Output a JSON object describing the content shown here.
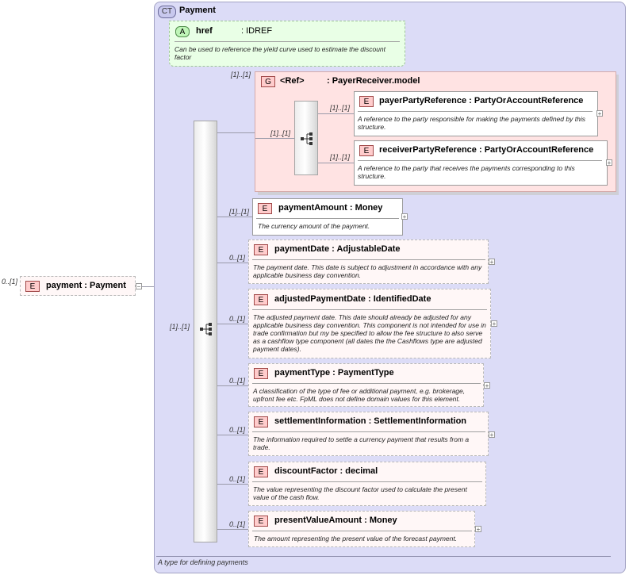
{
  "root": {
    "cardinality": "0..[1]",
    "badge": "E",
    "name": "payment",
    "type": "Payment"
  },
  "complex_type": {
    "badge": "CT",
    "name": "Payment",
    "description": "A type for defining payments"
  },
  "attribute": {
    "badge": "A",
    "name": "href",
    "type": ": IDREF",
    "description": "Can be used to reference the yield curve used to estimate the discount factor"
  },
  "sequence_cardinality": "[1]..[1]",
  "group": {
    "cardinality": "[1]..[1]",
    "badge": "G",
    "name": "<Ref>",
    "type": ": PayerReceiver.model",
    "choice_cardinality": "[1]..[1]",
    "elements": [
      {
        "cardinality": "[1]..[1]",
        "badge": "E",
        "name": "payerPartyReference",
        "type": ": PartyOrAccountReference",
        "description": "A reference to the party responsible for making the payments defined by this structure."
      },
      {
        "cardinality": "[1]..[1]",
        "badge": "E",
        "name": "receiverPartyReference",
        "type": ": PartyOrAccountReference",
        "description": "A reference to the party that receives the payments corresponding to this structure."
      }
    ]
  },
  "elements": [
    {
      "cardinality": "[1]..[1]",
      "badge": "E",
      "name": "paymentAmount",
      "type": ": Money",
      "description": "The currency amount of the payment."
    },
    {
      "cardinality": "0..[1]",
      "badge": "E",
      "name": "paymentDate",
      "type": ": AdjustableDate",
      "description": "The payment date. This date is subject to adjustment in accordance with any applicable business day convention."
    },
    {
      "cardinality": "0..[1]",
      "badge": "E",
      "name": "adjustedPaymentDate",
      "type": ": IdentifiedDate",
      "description": "The adjusted payment date. This date should already be adjusted for any applicable business day convention. This component is not intended for use in trade confirmation but my be specified to allow the fee structure to also serve as a cashflow type component (all dates the the Cashflows type are adjusted payment dates)."
    },
    {
      "cardinality": "0..[1]",
      "badge": "E",
      "name": "paymentType",
      "type": ": PaymentType",
      "description": "A classification of the type of fee or additional payment, e.g. brokerage, upfront fee etc. FpML does not define domain values for this element."
    },
    {
      "cardinality": "0..[1]",
      "badge": "E",
      "name": "settlementInformation",
      "type": ": SettlementInformation",
      "description": "The information required to settle a currency payment that results from a trade."
    },
    {
      "cardinality": "0..[1]",
      "badge": "E",
      "name": "discountFactor",
      "type": ": decimal",
      "description": "The value representing the discount factor used to calculate the present value of the cash flow."
    },
    {
      "cardinality": "0..[1]",
      "badge": "E",
      "name": "presentValueAmount",
      "type": ": Money",
      "description": "The amount representing the present value of the forecast payment."
    }
  ]
}
